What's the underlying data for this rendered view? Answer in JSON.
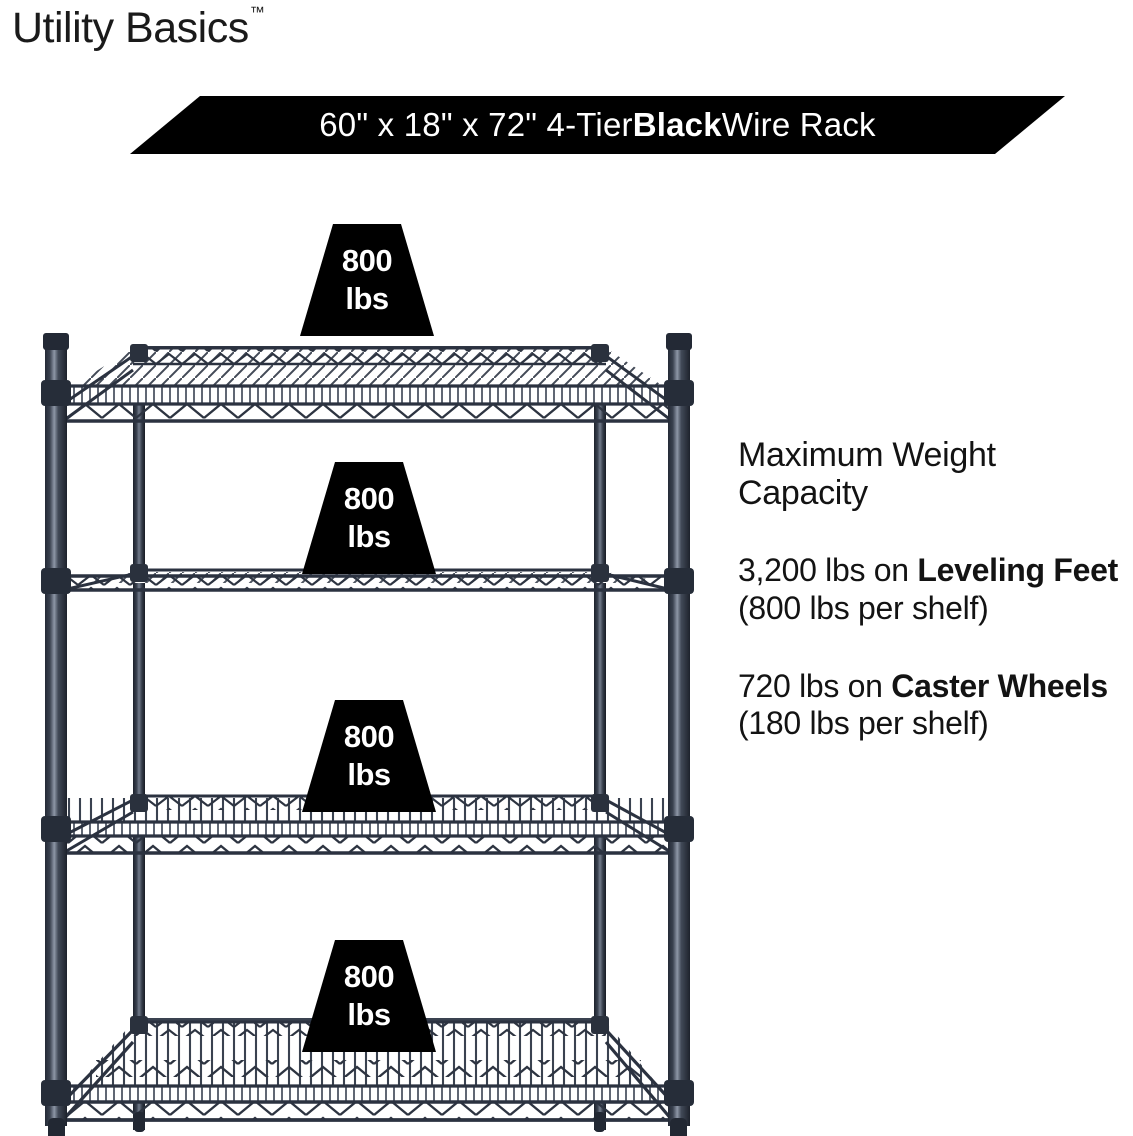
{
  "brand": {
    "name": "Utility Basics",
    "trademark": "™"
  },
  "banner": {
    "text_plain": "60\" x 18\" x 72\" 4-Tier Black Wire Rack",
    "text_prefix": "60\" x 18\" x 72\" 4-Tier ",
    "text_bold": "Black",
    "text_suffix": " Wire Rack",
    "background_color": "#000000",
    "text_color": "#ffffff"
  },
  "copy": {
    "heading": "Maximum Weight Capacity",
    "paragraphs": [
      {
        "id": "leveling-feet",
        "lead": "3,200 lbs on ",
        "bold": "Leveling Feet",
        "tail": " (800 lbs per shelf)"
      },
      {
        "id": "caster-wheels",
        "lead": "720 lbs on ",
        "bold": "Caster Wheels",
        "tail": " (180 lbs per shelf)"
      }
    ]
  },
  "product": {
    "tiers": 4,
    "width_in": "60\"",
    "depth_in": "18\"",
    "height_in": "72\"",
    "color_name": "Black",
    "frame_color": "#2b3240",
    "frame_highlight": "#8e97a8"
  },
  "badges": [
    {
      "number": "800",
      "unit": "lbs",
      "shelf": 1
    },
    {
      "number": "800",
      "unit": "lbs",
      "shelf": 2
    },
    {
      "number": "800",
      "unit": "lbs",
      "shelf": 3
    },
    {
      "number": "800",
      "unit": "lbs",
      "shelf": 4
    }
  ],
  "colors": {
    "background": "#ffffff",
    "text": "#131313",
    "badge_fill": "#000000",
    "badge_text": "#ffffff"
  }
}
